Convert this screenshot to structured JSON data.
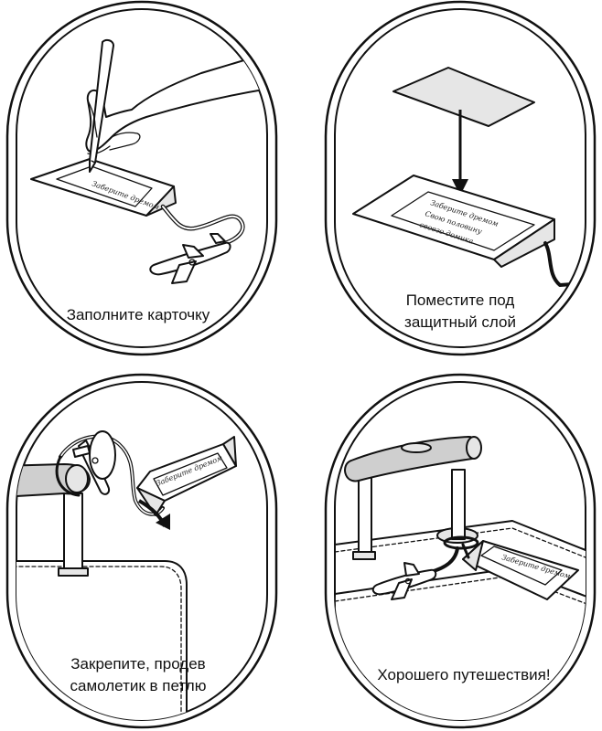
{
  "steps": [
    {
      "caption": "Заполните карточку"
    },
    {
      "caption": "Поместите под",
      "caption2": "защитный слой"
    },
    {
      "caption": "Закрепите, продев",
      "caption2": "самолетик в петлю"
    },
    {
      "caption": "Хорошего путешествия!"
    }
  ],
  "icons": {
    "step1": [
      "hand-icon",
      "pen-icon",
      "luggage-tag-icon",
      "airplane-icon"
    ],
    "step2": [
      "protective-film-icon",
      "arrow-down-icon",
      "luggage-tag-icon"
    ],
    "step3": [
      "suitcase-handle-icon",
      "airplane-icon",
      "luggage-tag-icon",
      "curved-arrow-icon"
    ],
    "step4": [
      "suitcase-icon",
      "suitcase-handle-icon",
      "airplane-icon",
      "luggage-tag-icon"
    ]
  }
}
